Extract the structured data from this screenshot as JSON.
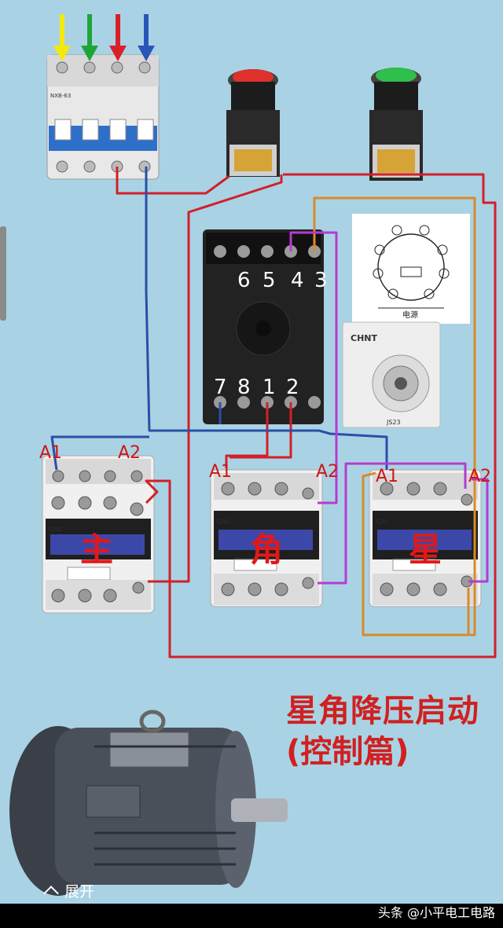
{
  "diagram": {
    "title": "星角降压启动",
    "subtitle": "(控制篇)",
    "contactors": {
      "main": "主",
      "delta": "角",
      "star": "星"
    },
    "terminal_labels": {
      "a1": "A1",
      "a2": "A2"
    },
    "relay_socket_top": [
      "6",
      "5",
      "4",
      "3"
    ],
    "relay_socket_bottom": [
      "7",
      "8",
      "1",
      "2"
    ],
    "timer_brand": "CHNT",
    "timer_model": "JS23",
    "pinout_label": "电源",
    "contactor_model": "CJX2",
    "breaker_model": "NXB-63"
  },
  "footer": {
    "expand_label": "展开",
    "credit": "头条 @小平电工电路"
  },
  "colors": {
    "wire_red": "#d1202a",
    "wire_blue": "#2a4fa8",
    "wire_orange": "#d98a2b",
    "wire_purple": "#b63bd0",
    "title_red": "#d12020"
  }
}
